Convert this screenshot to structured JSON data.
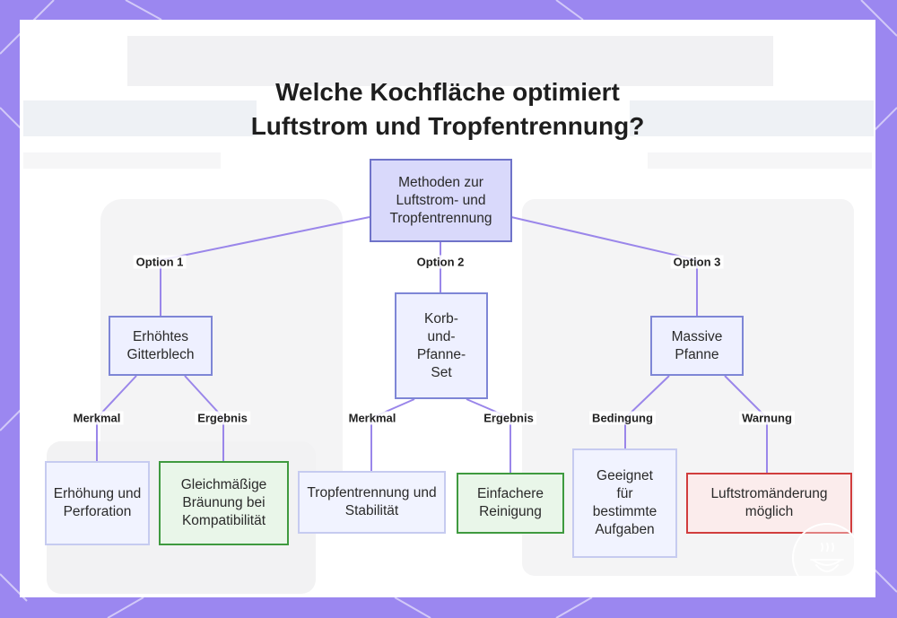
{
  "title": {
    "line1": "Welche Kochfläche optimiert",
    "line2": "Luftstrom und Tropfentrennung?"
  },
  "nodes": {
    "root": "Methoden zur Luftstrom- und Tropfentrennung",
    "opt1": "Erhöhtes Gitterblech",
    "opt2": "Korb- und- Pfanne- Set",
    "opt3": "Massive Pfanne",
    "leaf1": "Erhöhung und Perforation",
    "leaf2": "Gleichmäßige Bräunung bei Kompatibilität",
    "leaf3": "Tropfentrennung und Stabilität",
    "leaf4": "Einfachere Reinigung",
    "leaf5": "Geeignet für bestimmte Aufgaben",
    "leaf6": "Luftstromänderung möglich"
  },
  "edge_labels": {
    "option1": "Option 1",
    "option2": "Option 2",
    "option3": "Option 3",
    "merkmal1": "Merkmal",
    "ergebnis1": "Ergebnis",
    "merkmal2": "Merkmal",
    "ergebnis2": "Ergebnis",
    "bedingung": "Bedingung",
    "warnung": "Warnung"
  },
  "colors": {
    "frame": "#9b87f0",
    "edge": "#9a86ea",
    "root_fill": "#d9d9fb",
    "green_border": "#3f9a3f",
    "red_border": "#d13d3d"
  }
}
